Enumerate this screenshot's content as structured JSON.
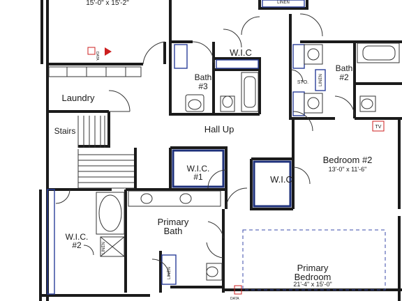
{
  "rooms": {
    "top_dims": "15'-0\" x 15'-2\"",
    "laundry": "Laundry",
    "stairs": "Stairs",
    "wic_top": "W.I.C",
    "bath3_line1": "Bath",
    "bath3_line2": "#3",
    "hall": "Hall Up",
    "bath2_line1": "Bath",
    "bath2_line2": "#2",
    "sto": "STO.",
    "linen_top": "LINEN",
    "linen_vert_bath2": "LINEN",
    "tv": "TV",
    "bedroom2_name": "Bedroom #2",
    "bedroom2_dims": "13'-0\" x 11'-6\"",
    "wic_bed2": "W.I.C",
    "wic1_line1": "W.I.C.",
    "wic1_line2": "#1",
    "wic2_line1": "W.I.C.",
    "wic2_line2": "#2",
    "primary_bath_line1": "Primary",
    "primary_bath_line2": "Bath",
    "linen_primary_bath": "LINEN",
    "linen_primary_closet": "LINEN",
    "primary_bed_line1": "Primary",
    "primary_bed_line2": "Bedroom",
    "primary_bed_dims": "21'-4\" x 15'-0\"",
    "data_tag": "DATA"
  },
  "colors": {
    "wall": "#1b1b1b",
    "accent_blue": "#2a3f9a",
    "marker_red": "#cc1f1f"
  }
}
